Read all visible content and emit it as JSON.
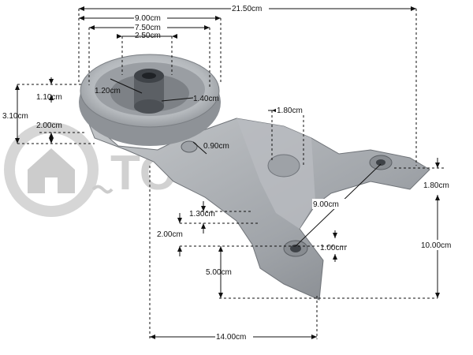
{
  "watermark": {
    "brand": "TOYTSIS",
    "icon": "house-plug-icon",
    "color": "#c9c9c9"
  },
  "part": {
    "metal_color": "#a9adb2"
  },
  "dimensions": [
    "21.50cm",
    "9.00cm",
    "7.50cm",
    "2.50cm",
    "1.10cm",
    "3.10cm",
    "2.00cm",
    "1.20cm",
    "1.40cm",
    "1.80cm",
    "0.90cm",
    "1.80cm",
    "9.00cm",
    "1.30cm",
    "2.00cm",
    "1.00cm",
    "10.00cm",
    "5.00cm",
    "14.00cm"
  ]
}
